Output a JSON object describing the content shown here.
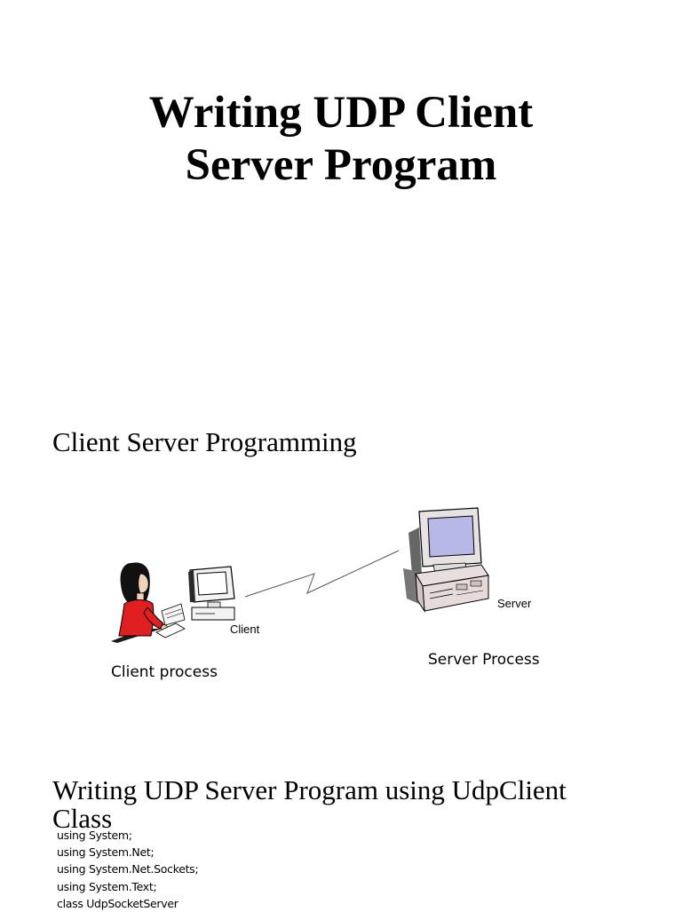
{
  "slide1": {
    "title_line1": "Writing UDP Client",
    "title_line2": "Server Program"
  },
  "slide2": {
    "heading": "Client Server Programming",
    "client_label": "Client",
    "server_label": "Server",
    "client_caption": "Client process",
    "server_caption": "Server Process"
  },
  "slide3": {
    "heading_line1": "Writing UDP Server Program using UdpClient",
    "heading_line2": "Class",
    "code_lines": [
      "using System;",
      "using System.Net;",
      "using System.Net.Sockets;",
      "using System.Text;",
      "class UdpSocketServer"
    ]
  },
  "icons": [
    "client-worker-at-computer-icon",
    "server-computer-icon",
    "network-link-zigzag"
  ]
}
